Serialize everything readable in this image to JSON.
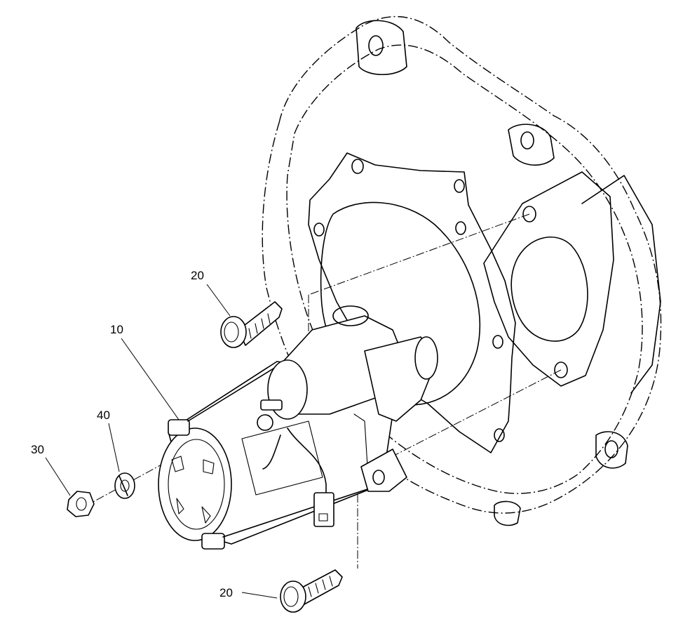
{
  "callouts": {
    "starter_motor": "10",
    "bolt_upper": "20",
    "bolt_lower": "20",
    "nut": "30",
    "lock_washer": "40"
  }
}
